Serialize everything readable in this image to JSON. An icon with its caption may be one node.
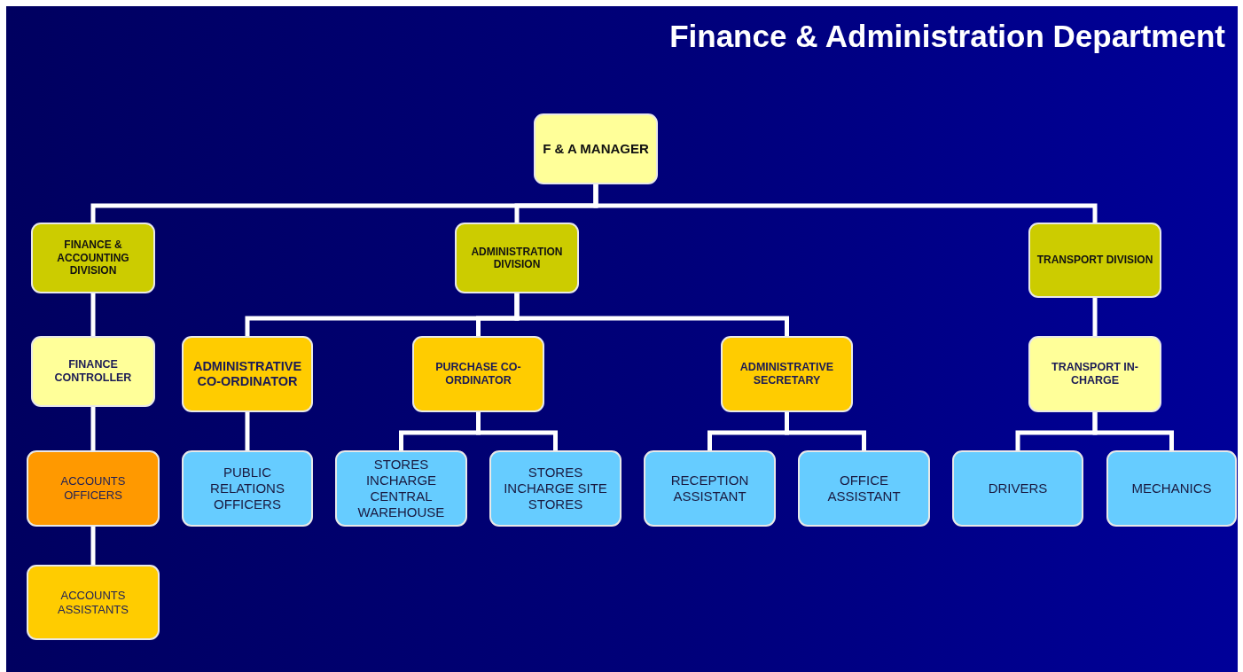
{
  "diagram": {
    "title": "Finance & Administration Department",
    "nodes": [
      {
        "text": [
          "F & A MANAGER"
        ]
      },
      {
        "text": [
          "FINANCE & ACCOUNTING DIVISION"
        ]
      },
      {
        "text": [
          "ADMINISTRATION DIVISION"
        ]
      },
      {
        "text": [
          "TRANSPORT DIVISION"
        ]
      },
      {
        "text": [
          "FINANCE CONTROLLER"
        ]
      },
      {
        "text": [
          "ADMINISTRATIVE CO-ORDINATOR"
        ]
      },
      {
        "text": [
          "PURCHASE CO-ORDINATOR"
        ]
      },
      {
        "text": [
          "ADMINISTRATIVE SECRETARY"
        ]
      },
      {
        "text": [
          "TRANSPORT IN-CHARGE"
        ]
      },
      {
        "text": [
          "ACCOUNTS OFFICERS"
        ]
      },
      {
        "text": [
          "PUBLIC RELATIONS OFFICERS"
        ]
      },
      {
        "text": [
          "STORES INCHARGE CENTRAL WAREHOUSE"
        ]
      },
      {
        "text": [
          "STORES INCHARGE SITE STORES"
        ]
      },
      {
        "text": [
          "RECEPTION ASSISTANT"
        ]
      },
      {
        "text": [
          "OFFICE ASSISTANT"
        ]
      },
      {
        "text": [
          "DRIVERS"
        ]
      },
      {
        "text": [
          "MECHANICS"
        ]
      },
      {
        "text": [
          "ACCOUNTS ASSISTANTS"
        ]
      }
    ],
    "edges": [
      {
        "from": 0,
        "to": 1,
        "arrow": "none"
      },
      {
        "from": 0,
        "to": 2,
        "arrow": "none"
      },
      {
        "from": 0,
        "to": 3,
        "arrow": "none"
      },
      {
        "from": 1,
        "to": 4,
        "arrow": "none"
      },
      {
        "from": 2,
        "to": 5,
        "arrow": "none"
      },
      {
        "from": 2,
        "to": 6,
        "arrow": "none"
      },
      {
        "from": 2,
        "to": 7,
        "arrow": "none"
      },
      {
        "from": 3,
        "to": 8,
        "arrow": "none"
      },
      {
        "from": 4,
        "to": 9,
        "arrow": "none"
      },
      {
        "from": 5,
        "to": 10,
        "arrow": "none"
      },
      {
        "from": 6,
        "to": 11,
        "arrow": "none"
      },
      {
        "from": 6,
        "to": 12,
        "arrow": "none"
      },
      {
        "from": 7,
        "to": 13,
        "arrow": "none"
      },
      {
        "from": 7,
        "to": 14,
        "arrow": "none"
      },
      {
        "from": 8,
        "to": 15,
        "arrow": "none"
      },
      {
        "from": 8,
        "to": 16,
        "arrow": "none"
      },
      {
        "from": 9,
        "to": 17,
        "arrow": "none"
      }
    ]
  }
}
